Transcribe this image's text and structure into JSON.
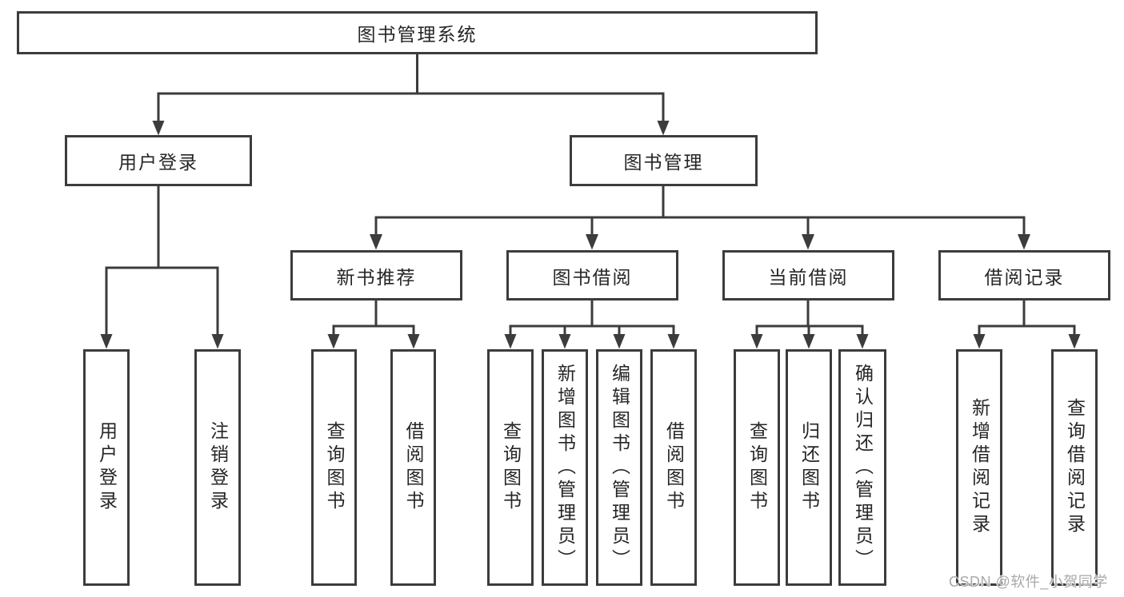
{
  "diagram": {
    "root": {
      "label": "图书管理系统"
    },
    "branches": [
      {
        "label": "用户登录",
        "children": [
          {
            "label": "用户登录"
          },
          {
            "label": "注销登录"
          }
        ]
      },
      {
        "label": "图书管理",
        "children": [
          {
            "label": "新书推荐",
            "children": [
              {
                "label": "查询图书"
              },
              {
                "label": "借阅图书"
              }
            ]
          },
          {
            "label": "图书借阅",
            "children": [
              {
                "label": "查询图书"
              },
              {
                "label": "新增图书（管理员）"
              },
              {
                "label": "编辑图书（管理员）"
              },
              {
                "label": "借阅图书"
              }
            ]
          },
          {
            "label": "当前借阅",
            "children": [
              {
                "label": "查询图书"
              },
              {
                "label": "归还图书"
              },
              {
                "label": "确认归还（管理员）"
              }
            ]
          },
          {
            "label": "借阅记录",
            "children": [
              {
                "label": "新增借阅记录"
              },
              {
                "label": "查询借阅记录"
              }
            ]
          }
        ]
      }
    ],
    "watermark": "CSDN @软件_小贺同学",
    "colors": {
      "line": "#3c3c3c",
      "text": "#262626",
      "background": "#ffffff",
      "watermark": "#a9a9a9"
    }
  }
}
